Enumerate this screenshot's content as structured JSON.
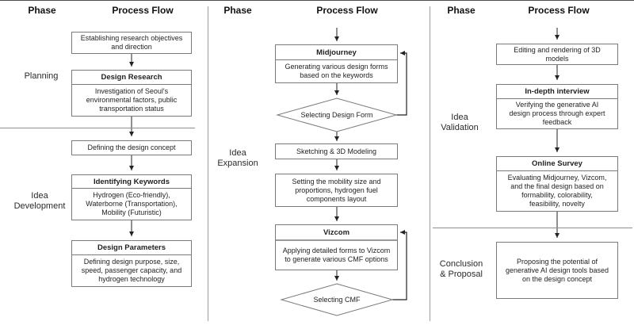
{
  "colors": {
    "box_border": "#7b7b7b",
    "separator_line": "#9e9e9e",
    "arrow": "#222222",
    "header_rule": "#4d4d4d"
  },
  "columns": [
    {
      "header": {
        "phase": "Phase",
        "flow": "Process Flow"
      },
      "phases": [
        "Planning",
        "Idea\nDevelopment"
      ],
      "boxes": [
        {
          "body": "Establishing research objectives\nand direction"
        },
        {
          "title": "Design Research",
          "body": "Investigation of Seoul's\nenvironmental factors, public\ntransportation status"
        },
        {
          "body": "Defining the design concept"
        },
        {
          "title": "Identifying Keywords",
          "body": "Hydrogen (Eco-friendly),\nWaterborne (Transportation),\nMobility (Futuristic)"
        },
        {
          "title": "Design Parameters",
          "body": "Defining design purpose, size,\nspeed, passenger capacity, and\nhydrogen technology"
        }
      ]
    },
    {
      "header": {
        "phase": "Phase",
        "flow": "Process Flow"
      },
      "phases": [
        "Idea\nExpansion"
      ],
      "boxes": [
        {
          "title": "Midjourney",
          "body": "Generating various design forms\nbased on the keywords"
        },
        {
          "body": "Sketching & 3D Modeling"
        },
        {
          "body": "Setting the mobility size and\nproportions, hydrogen fuel\ncomponents layout"
        },
        {
          "title": "Vizcom",
          "body": "Applying detailed forms to Vizcom\nto generate various CMF options"
        }
      ],
      "decisions": [
        "Selecting Design Form",
        "Selecting CMF"
      ]
    },
    {
      "header": {
        "phase": "Phase",
        "flow": "Process Flow"
      },
      "phases": [
        "Idea\nValidation",
        "Conclusion\n& Proposal"
      ],
      "boxes": [
        {
          "body": "Editing and rendering of 3D\nmodels"
        },
        {
          "title": "In-depth interview",
          "body": "Verifying the generative AI\ndesign process through expert\nfeedback"
        },
        {
          "title": "Online Survey",
          "body": "Evaluating Midjourney, Vizcom,\nand the final design based on\nformability, colorability,\nfeasibility, novelty"
        },
        {
          "body": "Proposing the potential of\ngenerative AI design tools based\non the design concept"
        }
      ]
    }
  ]
}
